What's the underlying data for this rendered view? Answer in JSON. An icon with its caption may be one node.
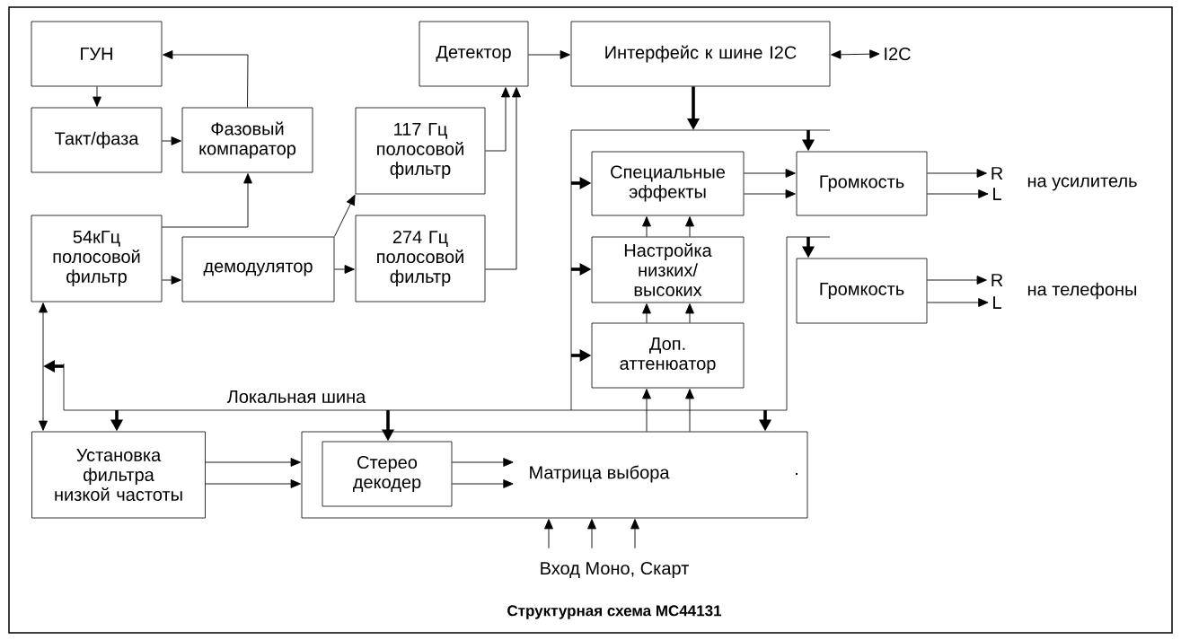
{
  "diagram": {
    "caption": "Структурная схема MC44131",
    "nodes": [
      {
        "text": [
          "ГУН"
        ]
      },
      {
        "text": [
          "Такт/фаза"
        ]
      },
      {
        "text": [
          "Фазовый компаратор"
        ]
      },
      {
        "text": [
          "Детектор"
        ]
      },
      {
        "text": [
          "Интерфейс к шине I2C"
        ]
      },
      {
        "text": [
          "I2C"
        ]
      },
      {
        "text": [
          "117 Гц полосовой фильтр"
        ]
      },
      {
        "text": [
          "54кГц полосовой фильтр"
        ]
      },
      {
        "text": [
          "демодулятор"
        ]
      },
      {
        "text": [
          "274 Гц полосовой фильтр"
        ]
      },
      {
        "text": [
          "Специальные эффекты"
        ]
      },
      {
        "text": [
          "Громкость"
        ]
      },
      {
        "text": [
          "R"
        ]
      },
      {
        "text": [
          "L"
        ]
      },
      {
        "text": [
          "Настройка низких/ высоких"
        ]
      },
      {
        "text": [
          "Громкость"
        ]
      },
      {
        "text": [
          "R"
        ]
      },
      {
        "text": [
          "L"
        ]
      },
      {
        "text": [
          "Доп. аттенюатор"
        ]
      },
      {
        "text": [
          "Установка фильтра низкой частоты"
        ]
      },
      {
        "text": [
          "Матрица выбора",
          "."
        ]
      },
      {
        "text": [
          "Стерео декодер"
        ],
        "in": 20
      },
      {
        "text": [
          "Вход Моно, Скарт"
        ]
      }
    ],
    "edges": [
      {
        "from": 2,
        "to": 0,
        "arrow": "to"
      },
      {
        "from": 0,
        "to": 1,
        "arrow": "to"
      },
      {
        "from": 1,
        "to": 2,
        "arrow": "to"
      },
      {
        "from": 7,
        "to": 2,
        "arrow": "to"
      },
      {
        "from": 7,
        "to": 8,
        "arrow": "to"
      },
      {
        "from": 8,
        "to": 6,
        "arrow": "to"
      },
      {
        "from": 8,
        "to": 9,
        "arrow": "to"
      },
      {
        "from": 6,
        "to": 3,
        "arrow": "to"
      },
      {
        "from": 9,
        "to": 3,
        "arrow": "to"
      },
      {
        "from": 3,
        "to": 4,
        "arrow": "to"
      },
      {
        "from": 4,
        "to": 5,
        "arrow": "both"
      },
      {
        "from": 7,
        "to": 19,
        "arrow": "both"
      },
      {
        "from": 4,
        "to": null,
        "arrow": "to",
        "style": "thick"
      },
      {
        "from": null,
        "to": 10,
        "arrow": "to",
        "style": "thick"
      },
      {
        "from": null,
        "to": 14,
        "arrow": "to",
        "style": "thick"
      },
      {
        "from": null,
        "to": 18,
        "arrow": "to",
        "style": "thick"
      },
      {
        "from": null,
        "to": 11,
        "arrow": "to",
        "style": "thick"
      },
      {
        "from": null,
        "to": 15,
        "arrow": "to",
        "style": "thick"
      },
      {
        "from": null,
        "to": 19,
        "arrow": "to",
        "style": "thick"
      },
      {
        "from": null,
        "to": 21,
        "arrow": "to",
        "style": "thick"
      },
      {
        "from": null,
        "to": 20,
        "arrow": "to",
        "style": "thick"
      },
      {
        "from": 10,
        "to": 11,
        "arrow": "to"
      },
      {
        "from": 10,
        "to": 11,
        "arrow": "to"
      },
      {
        "from": 11,
        "to": 12,
        "arrow": "to"
      },
      {
        "from": 11,
        "to": 13,
        "arrow": "to"
      },
      {
        "from": 14,
        "to": 10,
        "arrow": "to"
      },
      {
        "from": 14,
        "to": 10,
        "arrow": "to"
      },
      {
        "from": 18,
        "to": 14,
        "arrow": "to"
      },
      {
        "from": 18,
        "to": 14,
        "arrow": "to"
      },
      {
        "from": 20,
        "to": 18,
        "arrow": "to"
      },
      {
        "from": 20,
        "to": 18,
        "arrow": "to"
      },
      {
        "from": 15,
        "to": 16,
        "arrow": "to"
      },
      {
        "from": 15,
        "to": 17,
        "arrow": "to"
      },
      {
        "from": 19,
        "to": 20,
        "arrow": "to"
      },
      {
        "from": 19,
        "to": 20,
        "arrow": "to"
      },
      {
        "from": 21,
        "to": 20,
        "arrow": "to"
      },
      {
        "from": 21,
        "to": 20,
        "arrow": "to"
      },
      {
        "from": 22,
        "to": 20,
        "arrow": "to"
      },
      {
        "from": 22,
        "to": 20,
        "arrow": "to"
      },
      {
        "from": 22,
        "to": 20,
        "arrow": "to"
      }
    ],
    "labels": [
      "на усилитель",
      "на телефоны",
      "Локальная шина"
    ]
  }
}
